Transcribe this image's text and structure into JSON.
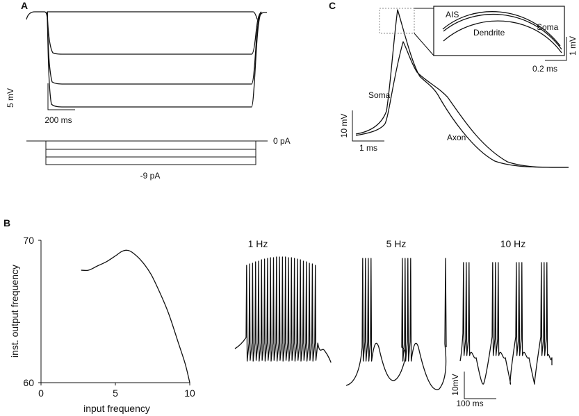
{
  "panels": {
    "a": {
      "letter": "A",
      "scale_mv": "5 mV",
      "scale_ms": "200 ms",
      "current_top": "0 pA",
      "current_bottom": "-9 pA"
    },
    "b": {
      "letter": "B",
      "trace_labels": [
        "1 Hz",
        "5 Hz",
        "10 Hz"
      ],
      "scale_mv": "10mV",
      "scale_ms": "100 ms"
    },
    "c": {
      "letter": "C",
      "label_soma": "Soma",
      "label_axon": "Axon",
      "scale_mv": "10 mV",
      "scale_ms": "1 ms",
      "inset": {
        "label_ais": "AIS",
        "label_soma": "Soma",
        "label_dendrite": "Dendrite",
        "scale_mv": "1 mV",
        "scale_ms": "0.2 ms"
      }
    }
  },
  "chart_data": {
    "type": "line",
    "title": "",
    "xlabel": "input frequency",
    "ylabel": "inst. output frequency",
    "xlim": [
      0,
      10
    ],
    "ylim": [
      60,
      70
    ],
    "xticks": [
      "0",
      "5",
      "10"
    ],
    "yticks": [
      "60",
      "70"
    ],
    "x": [
      2.7,
      3.2,
      3.8,
      4.4,
      5.0,
      5.4,
      5.8,
      6.2,
      6.8,
      7.4,
      8.0,
      8.6,
      9.2,
      9.7,
      10.0
    ],
    "series": [
      {
        "values": [
          67.9,
          67.9,
          68.2,
          68.5,
          68.9,
          69.2,
          69.3,
          69.1,
          68.5,
          67.6,
          66.3,
          64.8,
          62.9,
          61.3,
          60.0
        ]
      }
    ]
  }
}
